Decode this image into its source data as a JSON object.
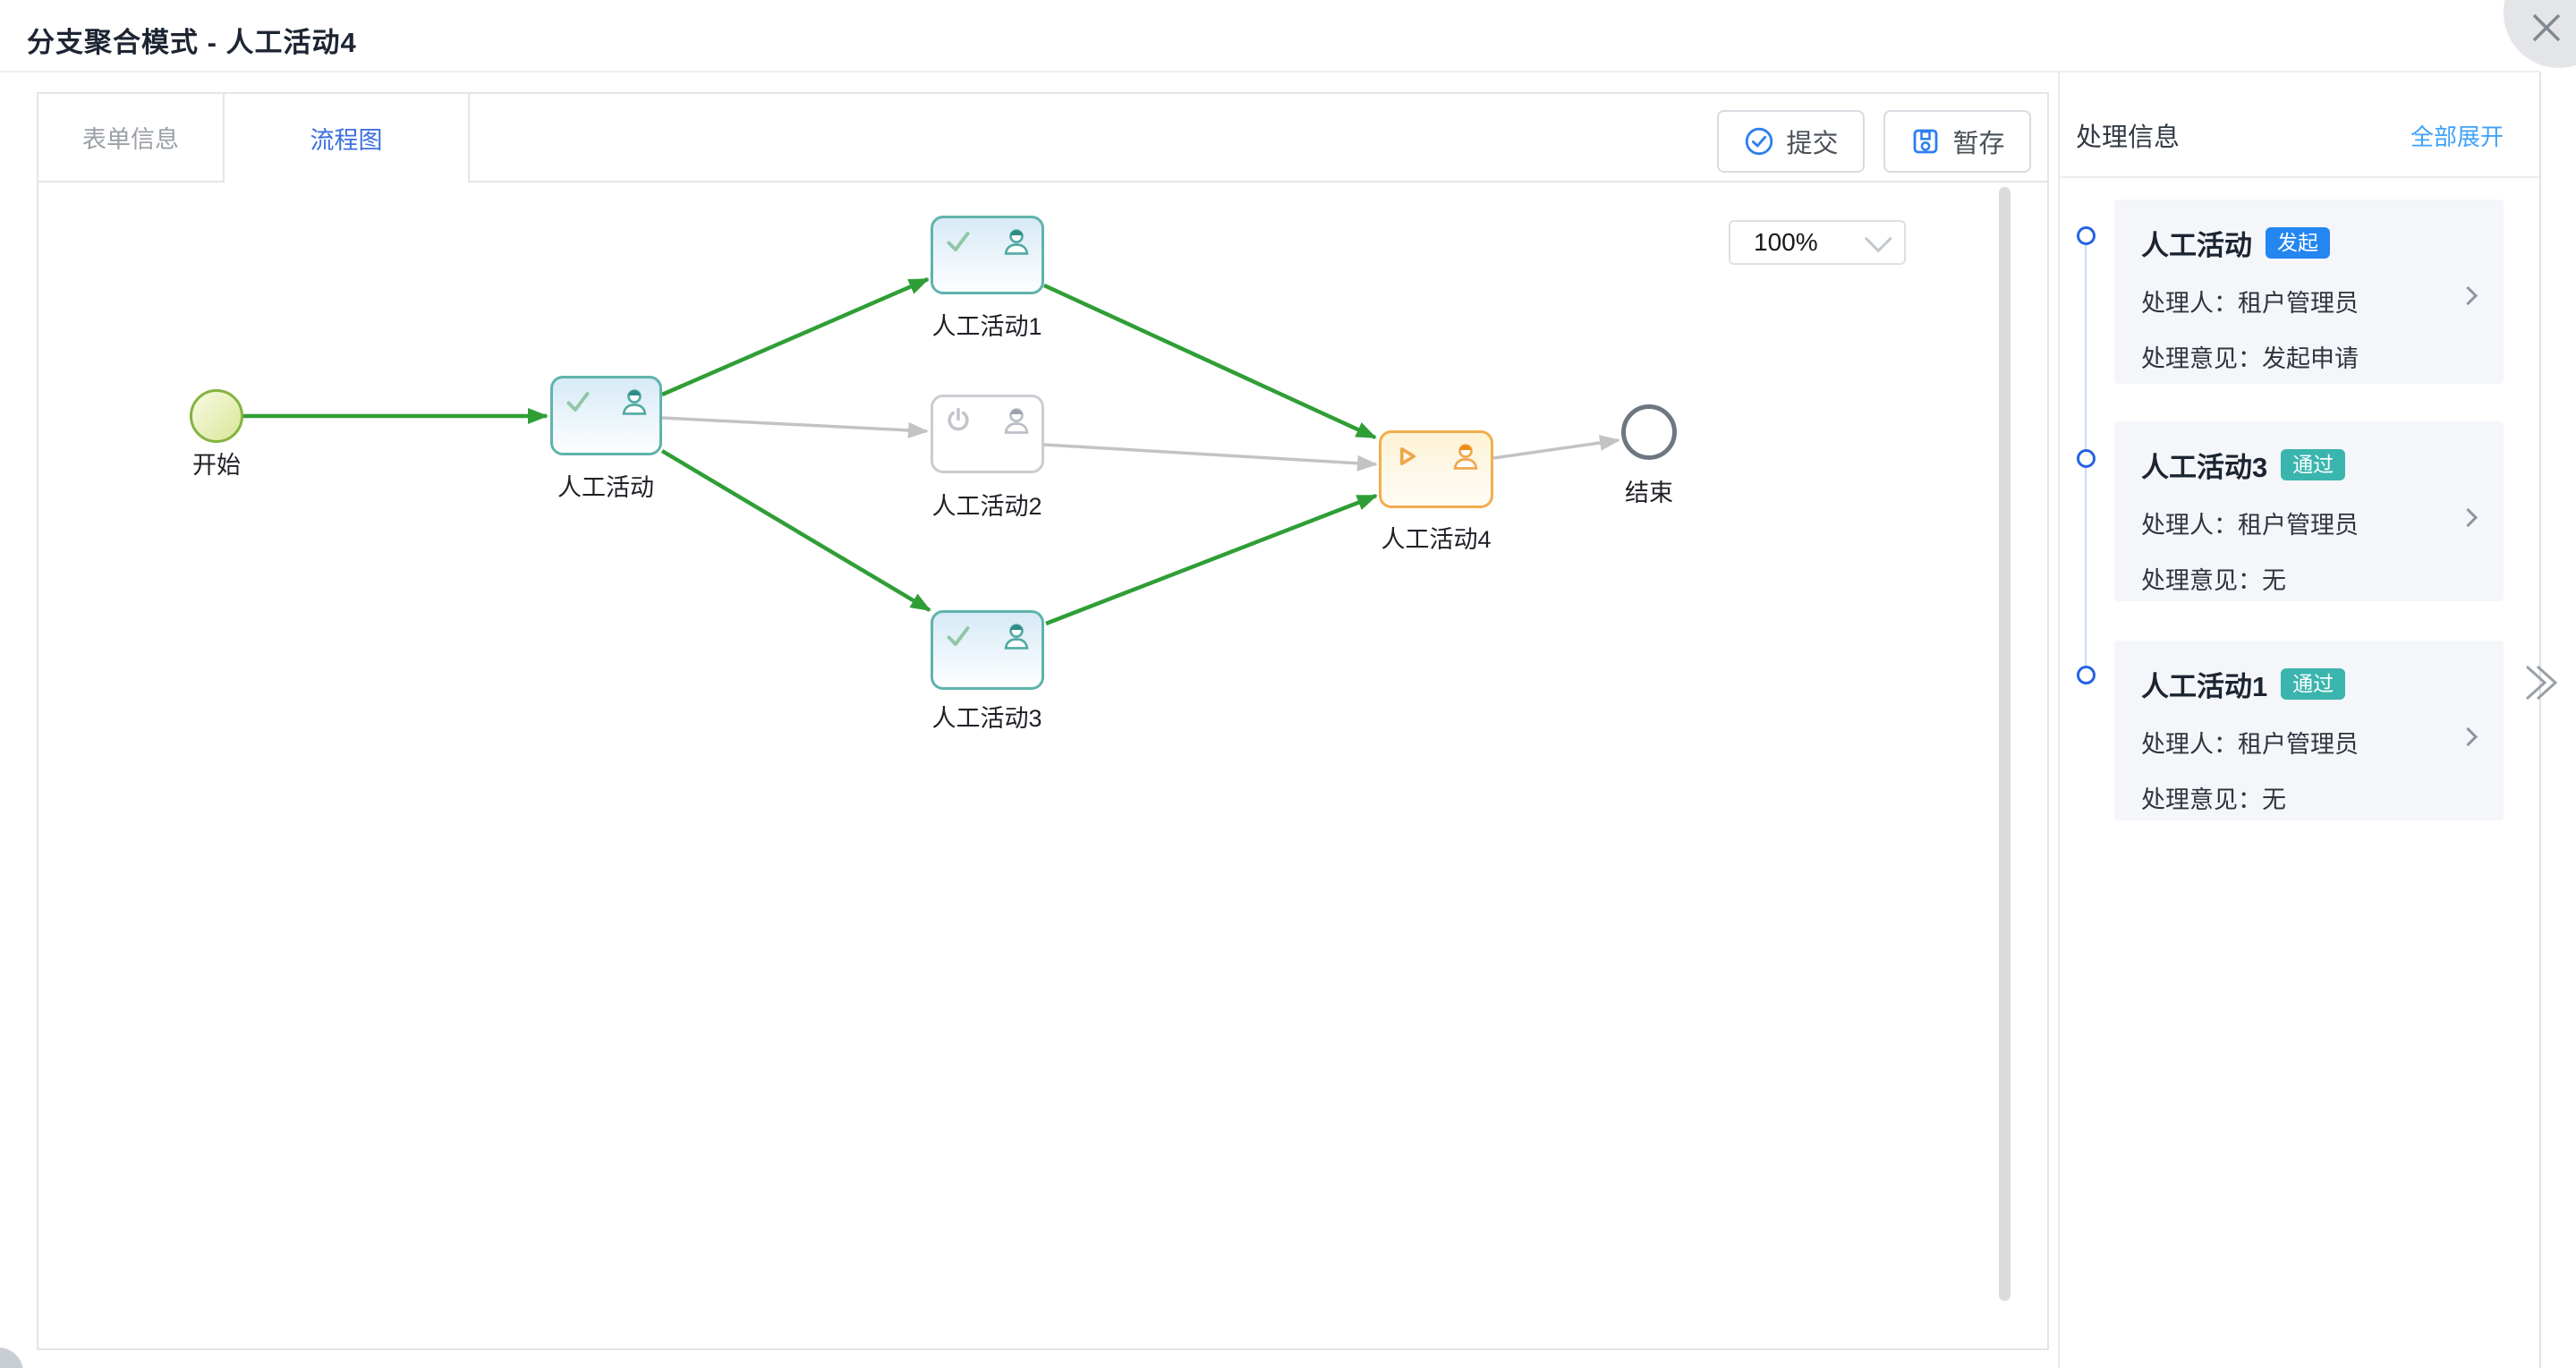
{
  "window": {
    "title": "分支聚合模式 - 人工活动4",
    "close_icon": "close-x"
  },
  "tabs": [
    {
      "label": "表单信息",
      "active": false
    },
    {
      "label": "流程图",
      "active": true
    }
  ],
  "toolbar": {
    "submit_label": "提交",
    "draft_label": "暂存"
  },
  "canvas": {
    "zoom_value": "100%"
  },
  "flow": {
    "nodes": [
      {
        "label": "开始",
        "type": "start",
        "status": "done",
        "status_icon": ""
      },
      {
        "label": "人工活动",
        "type": "task",
        "status": "done",
        "status_icon": "check-icon"
      },
      {
        "label": "人工活动1",
        "type": "task",
        "status": "done",
        "status_icon": "check-icon"
      },
      {
        "label": "人工活动2",
        "type": "task",
        "status": "pending",
        "status_icon": "power-icon"
      },
      {
        "label": "人工活动3",
        "type": "task",
        "status": "done",
        "status_icon": "check-icon"
      },
      {
        "label": "人工活动4",
        "type": "task",
        "status": "active",
        "status_icon": "play-icon"
      },
      {
        "label": "结束",
        "type": "end",
        "status": "pending",
        "status_icon": ""
      }
    ],
    "edges": [
      {
        "from": "开始",
        "to": "人工活动",
        "status": "done"
      },
      {
        "from": "人工活动",
        "to": "人工活动1",
        "status": "done"
      },
      {
        "from": "人工活动",
        "to": "人工活动2",
        "status": "pending"
      },
      {
        "from": "人工活动",
        "to": "人工活动3",
        "status": "done"
      },
      {
        "from": "人工活动1",
        "to": "人工活动4",
        "status": "done"
      },
      {
        "from": "人工活动2",
        "to": "人工活动4",
        "status": "pending"
      },
      {
        "from": "人工活动3",
        "to": "人工活动4",
        "status": "done"
      },
      {
        "from": "人工活动4",
        "to": "结束",
        "status": "pending"
      }
    ]
  },
  "panel": {
    "title": "处理信息",
    "expand_all_label": "全部展开",
    "entries": [
      {
        "name": "人工活动",
        "badge": "发起",
        "badge_color": "#2486f0",
        "handler_label": "处理人：",
        "handler": "租户管理员",
        "opinion_label": "处理意见：",
        "opinion": "发起申请"
      },
      {
        "name": "人工活动3",
        "badge": "通过",
        "badge_color": "#3ab5ad",
        "handler_label": "处理人：",
        "handler": "租户管理员",
        "opinion_label": "处理意见：",
        "opinion": "无"
      },
      {
        "name": "人工活动1",
        "badge": "通过",
        "badge_color": "#3ab5ad",
        "handler_label": "处理人：",
        "handler": "租户管理员",
        "opinion_label": "处理意见：",
        "opinion": "无"
      }
    ]
  },
  "colors": {
    "accent_blue": "#2486f0",
    "link_blue": "#41a1f8",
    "tab_active_blue": "#3d6fe0",
    "edge_done_green": "#2f9e36",
    "edge_pending_gray": "#c3c3c3",
    "badge_teal": "#3ab5ad",
    "node_done_border": "#5fb3ac",
    "node_active_border": "#f2ae4e",
    "start_node_border": "#82b440",
    "timeline_dot_blue": "#2563e3"
  }
}
